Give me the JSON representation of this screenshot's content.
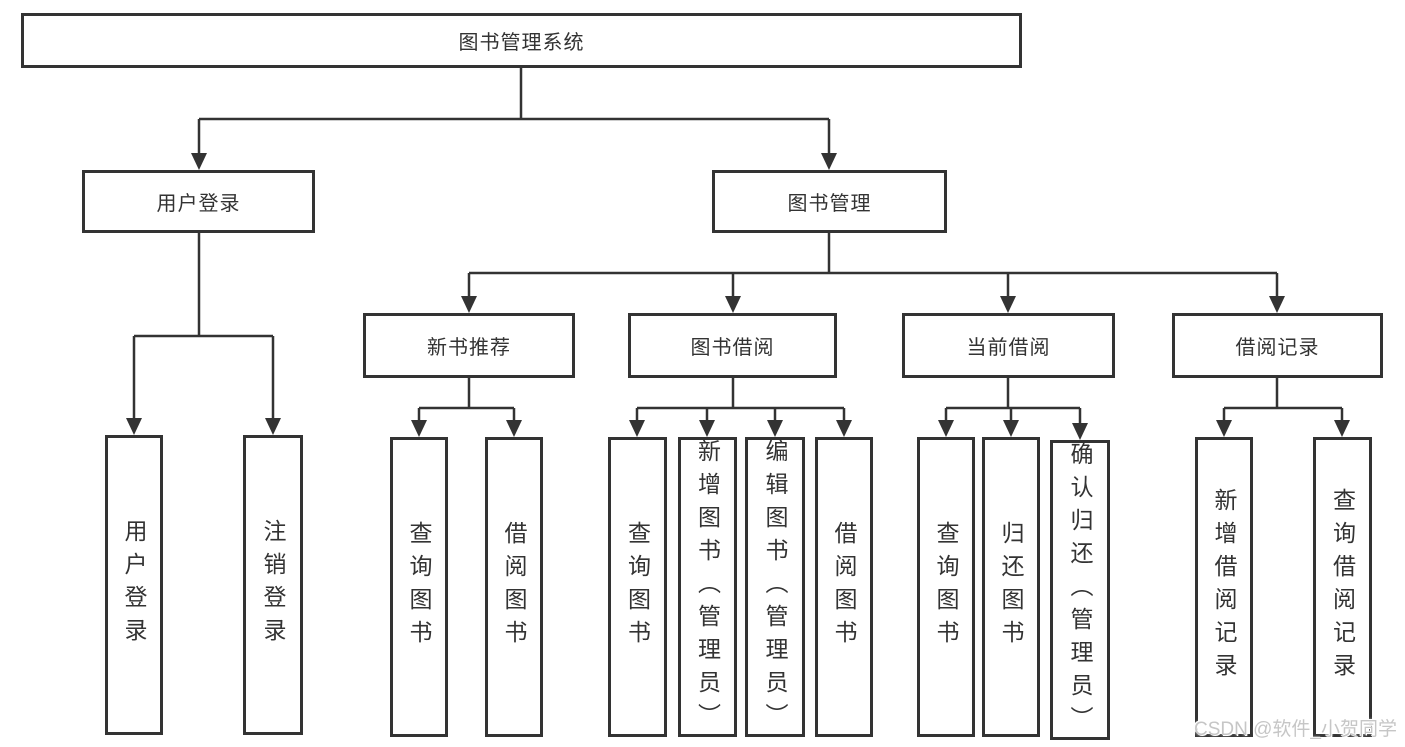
{
  "tree": {
    "label": "图书管理系统",
    "children": [
      {
        "label": "用户登录",
        "children": [
          {
            "label": "用户登录"
          },
          {
            "label": "注销登录"
          }
        ]
      },
      {
        "label": "图书管理",
        "children": [
          {
            "label": "新书推荐",
            "children": [
              {
                "label": "查询图书"
              },
              {
                "label": "借阅图书"
              }
            ]
          },
          {
            "label": "图书借阅",
            "children": [
              {
                "label": "查询图书"
              },
              {
                "label": "新增图书（管理员）"
              },
              {
                "label": "编辑图书（管理员）"
              },
              {
                "label": "借阅图书"
              }
            ]
          },
          {
            "label": "当前借阅",
            "children": [
              {
                "label": "查询图书"
              },
              {
                "label": "归还图书"
              },
              {
                "label": "确认归还（管理员）"
              }
            ]
          },
          {
            "label": "借阅记录",
            "children": [
              {
                "label": "新增借阅记录"
              },
              {
                "label": "查询借阅记录"
              }
            ]
          }
        ]
      }
    ]
  },
  "watermark": "CSDN @软件_小贺同学",
  "colors": {
    "line": "#333333",
    "box_border": "#333333",
    "box_bg": "#ffffff",
    "text": "#333333",
    "watermark": "#c6c6c6"
  }
}
